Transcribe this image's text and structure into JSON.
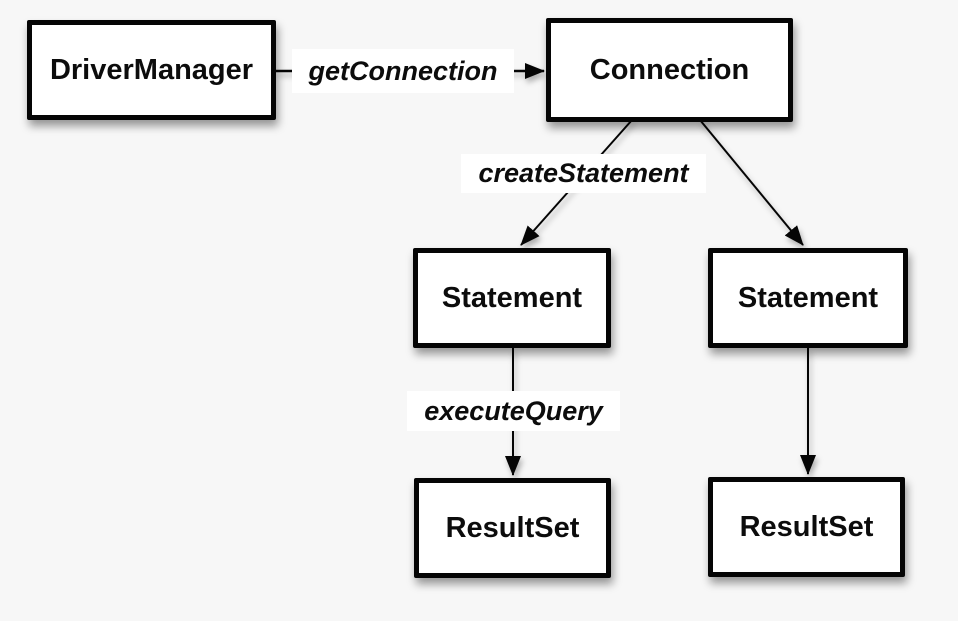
{
  "diagram": {
    "colors": {
      "background": "#f7f7f7",
      "node_fill": "#ffffff",
      "stroke": "#000000",
      "edge_label_background": "#ffffff"
    },
    "nodes": [
      {
        "id": "driver-manager",
        "label": "DriverManager"
      },
      {
        "id": "connection",
        "label": "Connection"
      },
      {
        "id": "statement-left",
        "label": "Statement"
      },
      {
        "id": "statement-right",
        "label": "Statement"
      },
      {
        "id": "resultset-left",
        "label": "ResultSet"
      },
      {
        "id": "resultset-right",
        "label": "ResultSet"
      }
    ],
    "edges": [
      {
        "from": "driver-manager",
        "to": "connection",
        "label": "getConnection"
      },
      {
        "from": "connection",
        "to": "statement-left",
        "label": "createStatement"
      },
      {
        "from": "connection",
        "to": "statement-right",
        "label": ""
      },
      {
        "from": "statement-left",
        "to": "resultset-left",
        "label": "executeQuery"
      },
      {
        "from": "statement-right",
        "to": "resultset-right",
        "label": ""
      }
    ]
  }
}
